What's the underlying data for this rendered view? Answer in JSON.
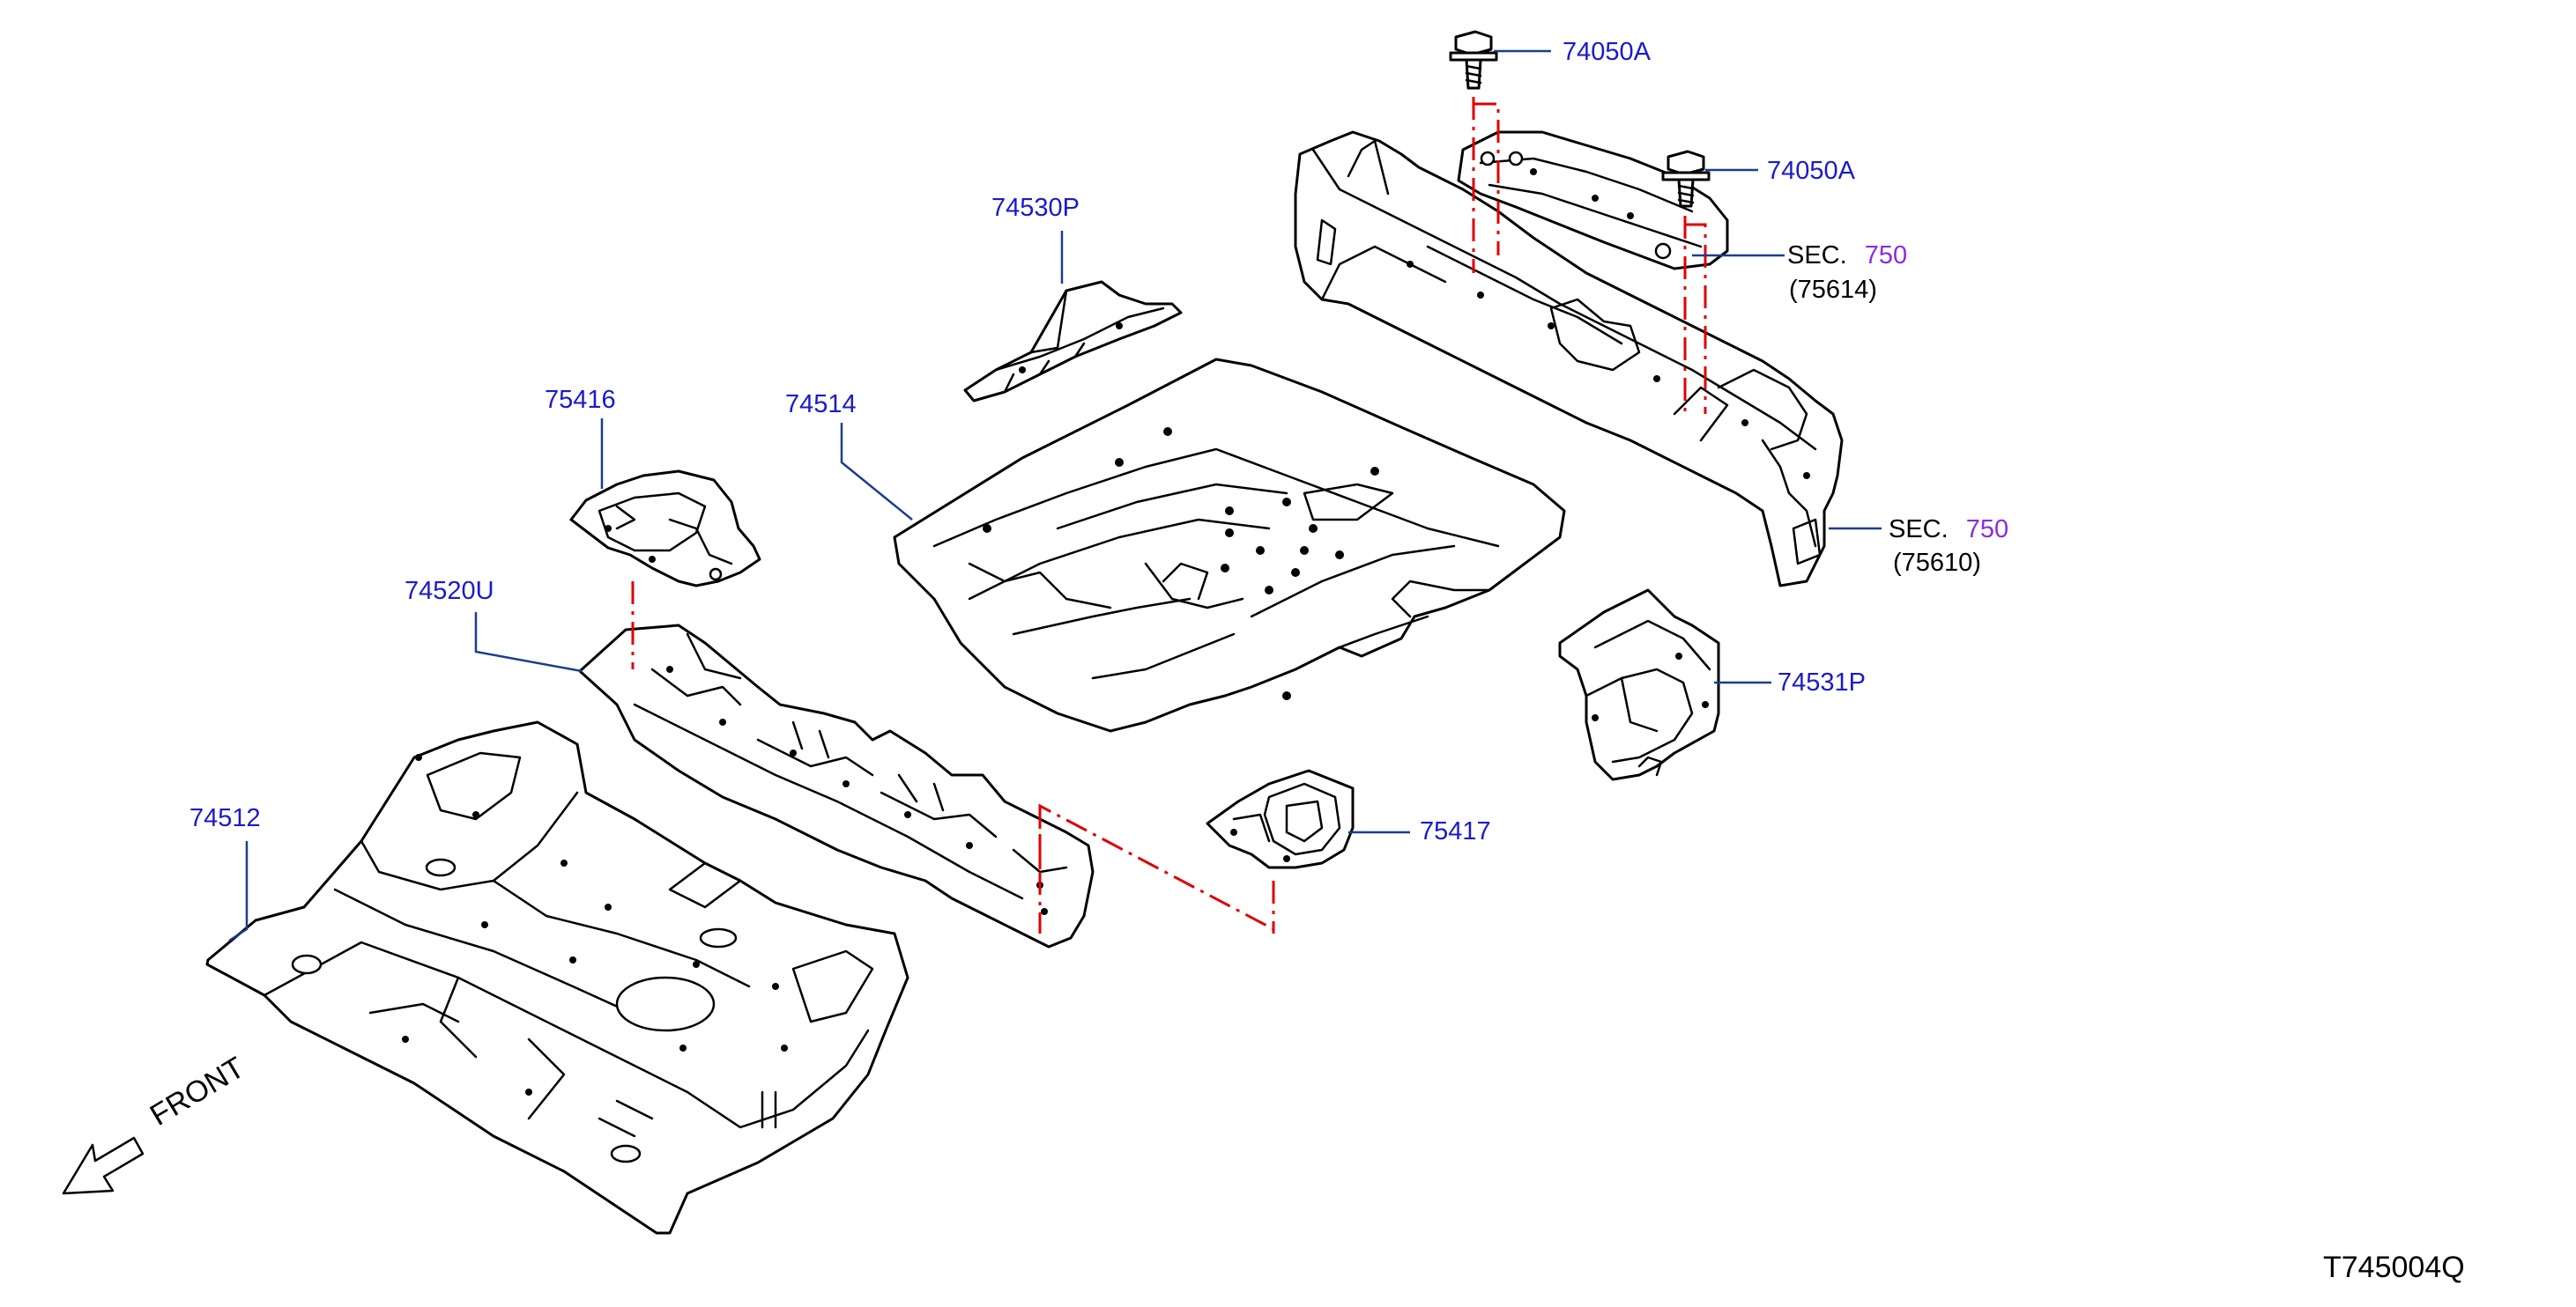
{
  "labels": {
    "p74050a_top": "74050A",
    "p74050a_mid": "74050A",
    "sec_a_prefix": "SEC.",
    "sec_a_num": "750",
    "sec_a_sub": "(75614)",
    "sec_b_prefix": "SEC.",
    "sec_b_num": "750",
    "sec_b_sub": "(75610)",
    "p74530p": "74530P",
    "p75416": "75416",
    "p74514": "74514",
    "p74520u": "74520U",
    "p74531p": "74531P",
    "p75417": "75417",
    "p74512": "74512",
    "front": "FRONT",
    "drawing_code": "T745004Q"
  },
  "colors": {
    "part_number": "#1a1acc",
    "section_number": "#8a2be2",
    "leader_line": "#1a3d8f",
    "assembly_dash": "#e00000",
    "outline": "#000000"
  },
  "icons": {
    "front_arrow": "front-arrow-icon"
  }
}
